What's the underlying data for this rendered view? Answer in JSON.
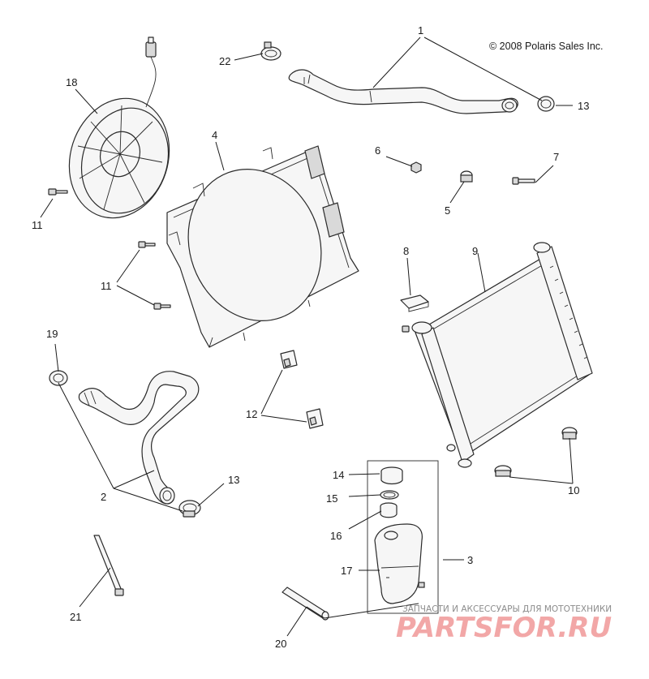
{
  "copyright": "© 2008 Polaris Sales Inc.",
  "watermark": {
    "tagline": "ЗАПЧАСТИ И АКСЕССУАРЫ ДЛЯ МОТОТЕХНИКИ",
    "logo": "PARTSFOR.RU"
  },
  "callouts": {
    "c1": "1",
    "c2": "2",
    "c3": "3",
    "c4": "4",
    "c5": "5",
    "c6": "6",
    "c7": "7",
    "c8": "8",
    "c9": "9",
    "c10": "10",
    "c11a": "11",
    "c11b": "11",
    "c12": "12",
    "c13a": "13",
    "c13b": "13",
    "c14": "14",
    "c15": "15",
    "c16": "16",
    "c17": "17",
    "c18": "18",
    "c19": "19",
    "c20": "20",
    "c21": "21",
    "c22": "22"
  },
  "colors": {
    "line": "#2a2a2a",
    "watermark_logo": "#f2a7a7",
    "watermark_text": "#8c8c8c"
  }
}
